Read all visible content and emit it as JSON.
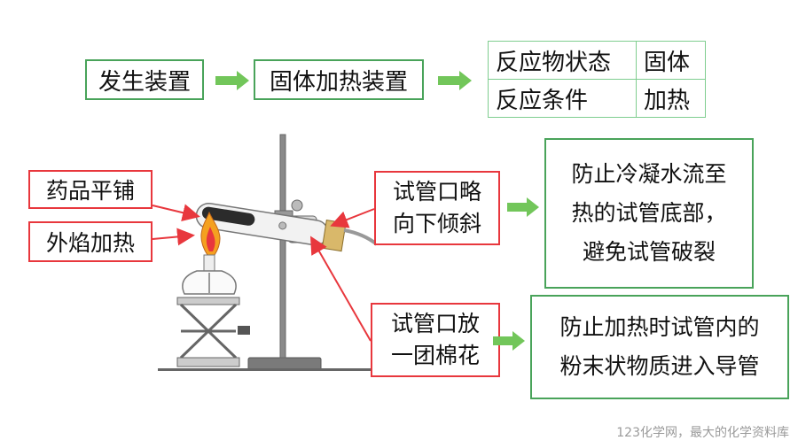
{
  "top_flow": {
    "device": "发生装置",
    "device_type": "固体加热装置"
  },
  "condition_table": {
    "rows": [
      {
        "label": "反应物状态",
        "value": "固体"
      },
      {
        "label": "反应条件",
        "value": "加热"
      }
    ]
  },
  "labels": {
    "flat_spread": "药品平铺",
    "outer_flame": "外焰加热",
    "tilt": "试管口略\n向下倾斜",
    "cotton": "试管口放\n一团棉花"
  },
  "explanations": {
    "tilt_reason": "防止冷凝水流至\n热的试管底部，\n避免试管破裂",
    "cotton_reason": "防止加热时试管内的\n粉末状物质进入导管"
  },
  "footer": "123化学网，最大的化学资料库",
  "colors": {
    "green_border": "#49a35a",
    "red_border": "#e8373d",
    "arrow_green": "#72c65a"
  }
}
